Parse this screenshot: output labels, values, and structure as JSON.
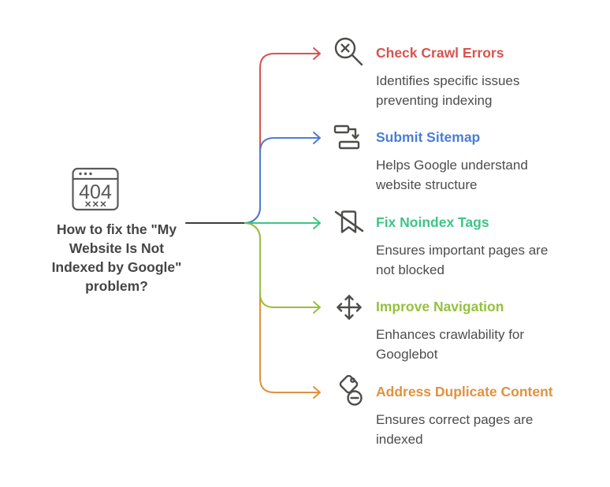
{
  "source_node": {
    "icon": "browser-404-icon",
    "error_code": "404",
    "error_marks": "×××",
    "title_lines": [
      "How to fix the \"My",
      "Website Is Not",
      "Indexed by Google\"",
      "problem?"
    ]
  },
  "connector": {
    "trunk_color": "#3c3c3c"
  },
  "branches": [
    {
      "label": "Check Crawl Errors",
      "color": "#d9534e",
      "icon": "search-x-icon",
      "desc_lines": [
        "Identifies specific issues",
        "preventing indexing"
      ]
    },
    {
      "label": "Submit Sitemap",
      "color": "#4a7ed4",
      "icon": "sitemap-flow-icon",
      "desc_lines": [
        "Helps Google understand",
        "website structure"
      ]
    },
    {
      "label": "Fix Noindex Tags",
      "color": "#3ec487",
      "icon": "no-bookmark-icon",
      "desc_lines": [
        "Ensures important pages are",
        "not blocked"
      ]
    },
    {
      "label": "Improve Navigation",
      "color": "#94c13d",
      "icon": "move-arrows-icon",
      "desc_lines": [
        "Enhances crawlability for",
        "Googlebot"
      ]
    },
    {
      "label": "Address Duplicate Content",
      "color": "#e0923e",
      "icon": "tag-minus-icon",
      "desc_lines": [
        "Ensures correct pages are",
        "indexed"
      ]
    }
  ]
}
